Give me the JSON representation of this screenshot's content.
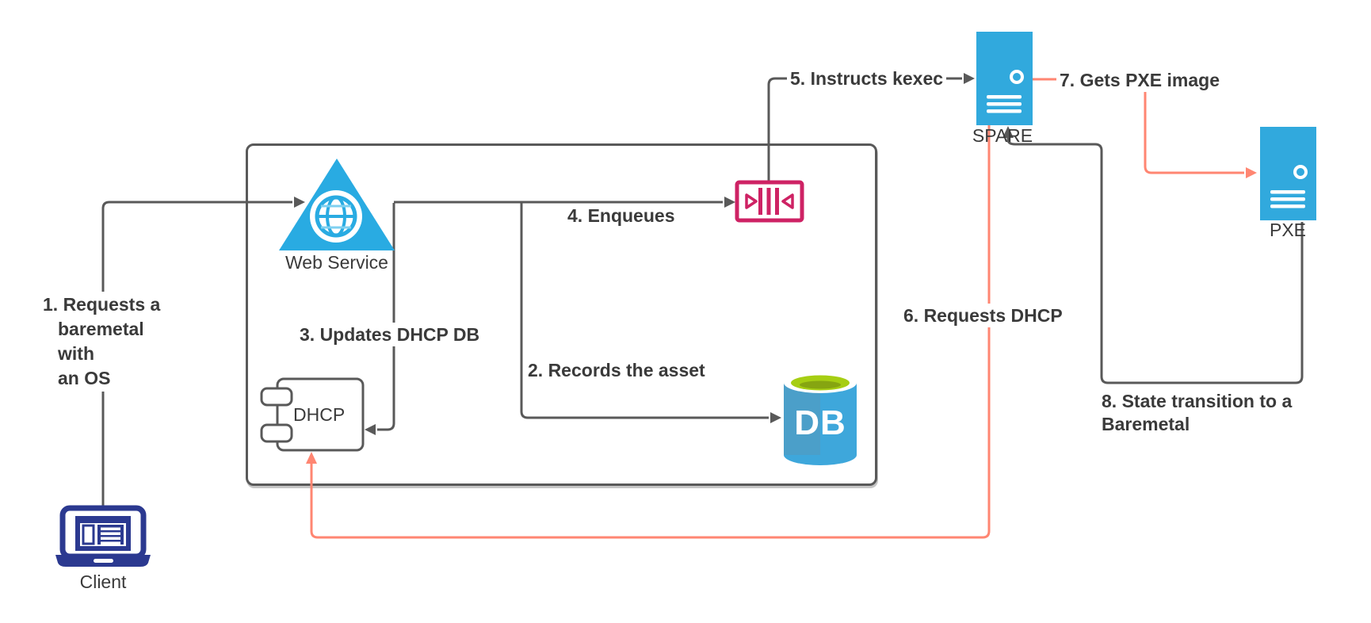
{
  "diagram": {
    "nodes": {
      "client": {
        "label": "Client"
      },
      "web_service": {
        "label": "Web Service"
      },
      "dhcp": {
        "label": "DHCP"
      },
      "db": {
        "label": "DB"
      },
      "spare": {
        "label": "SPARE"
      },
      "pxe": {
        "label": "PXE"
      }
    },
    "steps": {
      "s1": {
        "line1": "1. Requests a",
        "line2": "baremetal",
        "line3": "with",
        "line4": "an OS"
      },
      "s2": {
        "label": "2. Records the asset"
      },
      "s3": {
        "label": "3. Updates DHCP DB"
      },
      "s4": {
        "label": "4. Enqueues"
      },
      "s5": {
        "label": "5. Instructs kexec"
      },
      "s6": {
        "label": "6. Requests DHCP"
      },
      "s7": {
        "label": "7. Gets PXE image"
      },
      "s8": {
        "label": "8. State transition to a Baremetal"
      }
    },
    "icons": {
      "client": "laptop-icon",
      "web_service": "globe-triangle-icon",
      "dhcp": "uml-component-icon",
      "queue": "message-queue-icon",
      "db": "database-cylinder-icon",
      "spare": "server-icon",
      "pxe": "server-icon"
    },
    "colors": {
      "line_gray": "#595959",
      "line_red": "#FF8672",
      "server_blue": "#31A9DD",
      "triangle_blue": "#29ABE2",
      "queue_crimson": "#CE2264",
      "client_navy": "#2B3990",
      "db_green": "#A6CE13",
      "db_green_dark": "#86A511",
      "db_blue": "#3EA7DB",
      "db_blue_dark": "#4B9FC9",
      "text_dark": "#3A3A3A"
    }
  }
}
